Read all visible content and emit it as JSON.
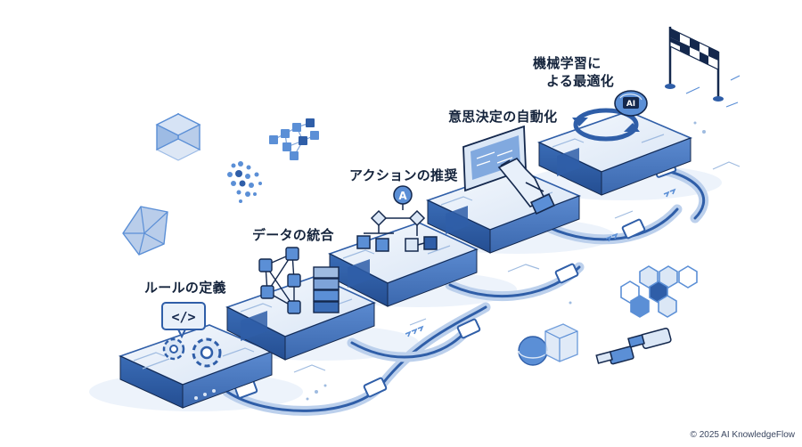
{
  "steps": [
    {
      "label": "ルールの定義"
    },
    {
      "label": "データの統合"
    },
    {
      "label": "アクションの推奨"
    },
    {
      "label": "意思決定の自動化"
    },
    {
      "label": "機械学習に",
      "label2": "よる最適化"
    }
  ],
  "icons": {
    "code": "</>",
    "action_badge": "A",
    "ai_badge": "AI"
  },
  "copyright": "© 2025 AI KnowledgeFlow",
  "colors": {
    "primary": "#2f5ea8",
    "dark": "#14284d",
    "light": "#dde8f6",
    "accent": "#5b8fd6"
  }
}
